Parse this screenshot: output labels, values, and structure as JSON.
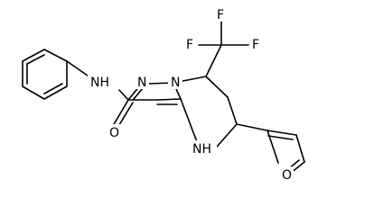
{
  "molecule": {
    "atom_labels": {
      "F1": "F",
      "F2": "F",
      "F3": "F",
      "NH_amide": "NH",
      "N1": "N",
      "N2": "N",
      "O_amide": "O",
      "NH_ring": "NH",
      "O_furan": "O"
    }
  }
}
